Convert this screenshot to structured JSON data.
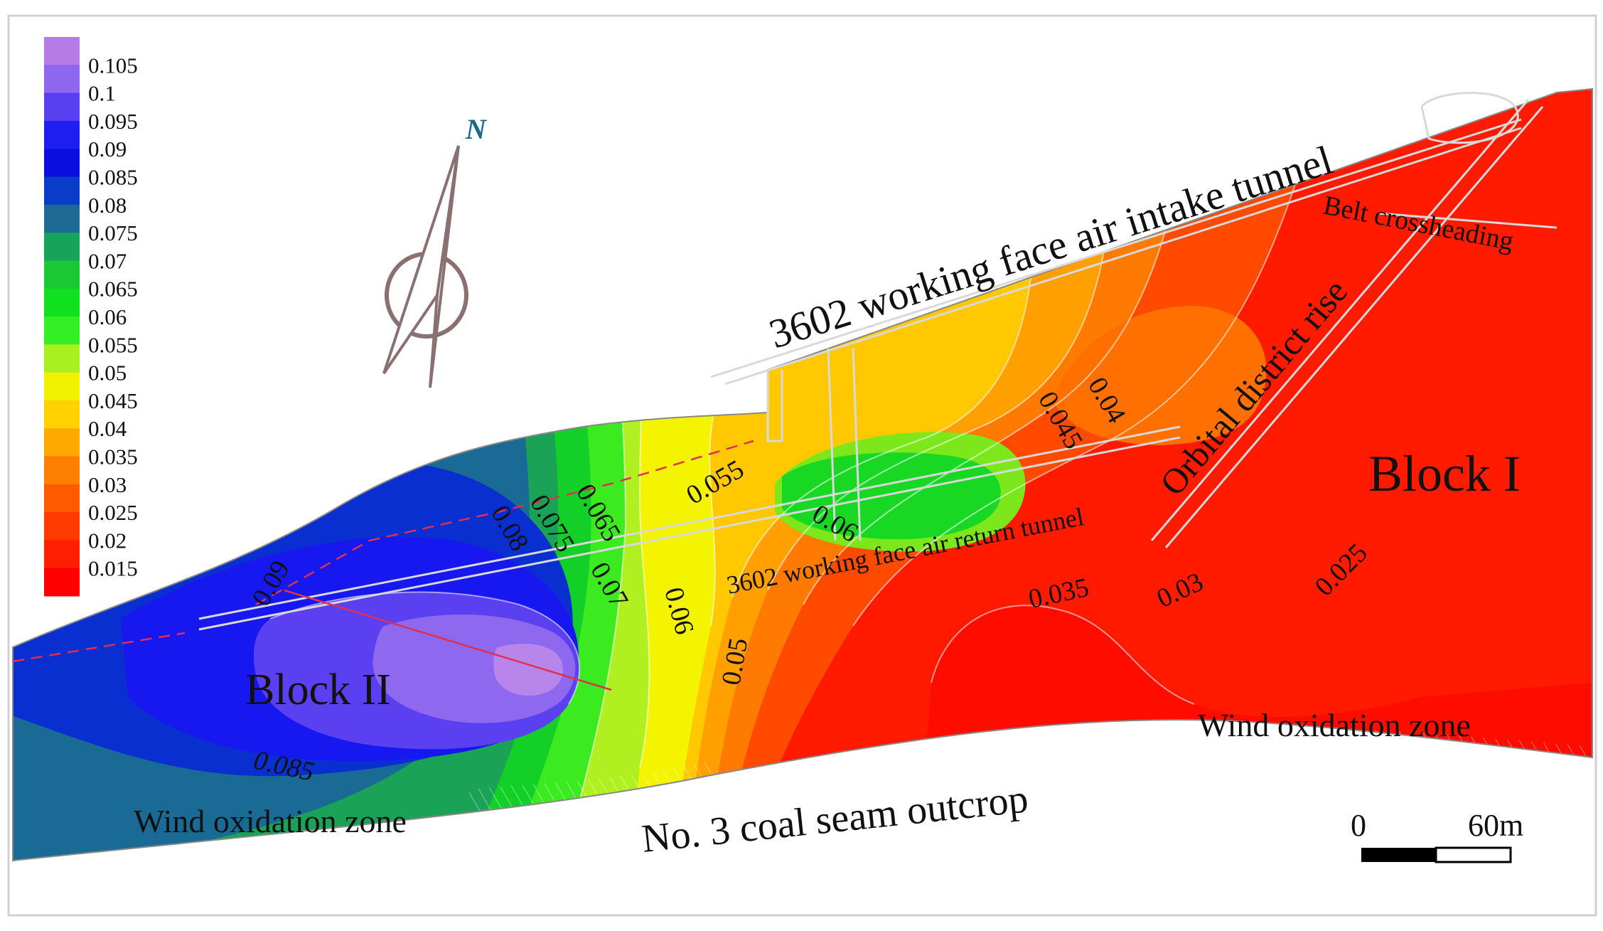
{
  "legend": {
    "values": [
      "0.105",
      "0.1",
      "0.095",
      "0.09",
      "0.085",
      "0.08",
      "0.075",
      "0.07",
      "0.065",
      "0.06",
      "0.055",
      "0.05",
      "0.045",
      "0.04",
      "0.035",
      "0.03",
      "0.025",
      "0.02",
      "0.015"
    ],
    "swatch_colors": [
      "#b57ce8",
      "#8f66ee",
      "#5a3ff0",
      "#1e1ef0",
      "#0a0fe0",
      "#0a3cc8",
      "#1d6b94",
      "#18a35a",
      "#19c832",
      "#10e020",
      "#35ef25",
      "#a9f020",
      "#f2f200",
      "#ffd200",
      "#ffa800",
      "#ff8000",
      "#ff5a00",
      "#ff3a00",
      "#ff1e00",
      "#ff0000"
    ]
  },
  "compass": {
    "label": "N"
  },
  "tunnels": {
    "air_intake": "3602 working face air intake tunnel",
    "air_return": "3602 working face air return tunnel",
    "belt": "Belt crossheading",
    "orbital": "Orbital district rise"
  },
  "blocks": {
    "block_1": "Block I",
    "block_2": "Block II"
  },
  "zones": {
    "wind_oxidation_left": "Wind oxidation zone",
    "wind_oxidation_right": "Wind oxidation zone",
    "outcrop": "No. 3 coal seam outcrop"
  },
  "contour_labels": [
    "0.09",
    "0.08",
    "0.075",
    "0.065",
    "0.07",
    "0.06",
    "0.055",
    "0.06",
    "0.045",
    "0.04",
    "0.05",
    "0.035",
    "0.03",
    "0.025",
    "0.085"
  ],
  "scale_bar": {
    "start": "0",
    "end": "60m"
  },
  "colors": {
    "high": "#b57ce8",
    "low": "#ff0000",
    "mid": "#f2f200"
  }
}
